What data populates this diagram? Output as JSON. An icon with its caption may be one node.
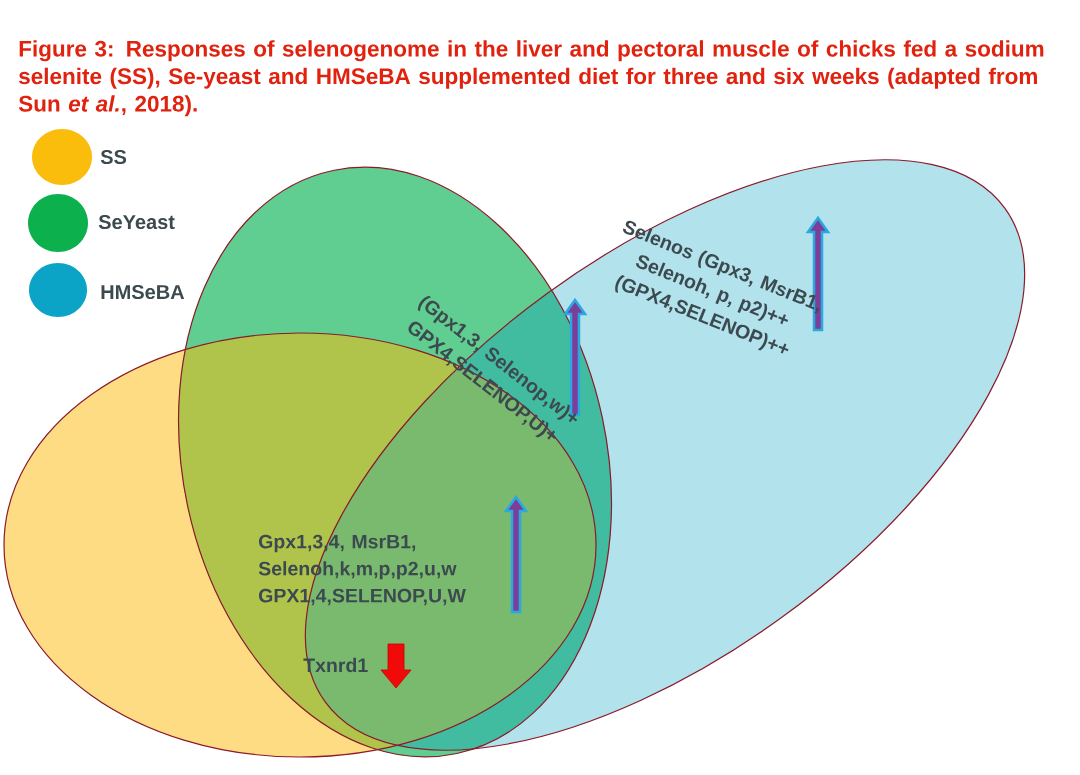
{
  "diagram": {
    "title": "Figure 3: Responses of selenogenome in the liver and pectoral muscle of chicks fed a sodium selenite (SS), Se-yeast and HMSeBA supplemented diet for three and six weeks (adapted from Sun *et al.*, 2018).",
    "labels": [
      "Selenos (Gpx3, MsrB1, Selenoh, p, p2)++ (GPX4,SELENOP)++",
      "(Gpx1,3, Selenop,w)+ GPX4,SELENOP,U)+",
      "Gpx1,3,4, MsrB1, Selenoh,k,m,p,p2,u,w GPX1,4,SELENOP,U,W",
      "Txnrd1"
    ],
    "legend": [
      {
        "text": "SS",
        "color": "#fbbd0b"
      },
      {
        "text": "SeYeast",
        "color": "#0cb04d"
      },
      {
        "text": "HMSeBA",
        "color": "#0ba3c6"
      }
    ]
  }
}
